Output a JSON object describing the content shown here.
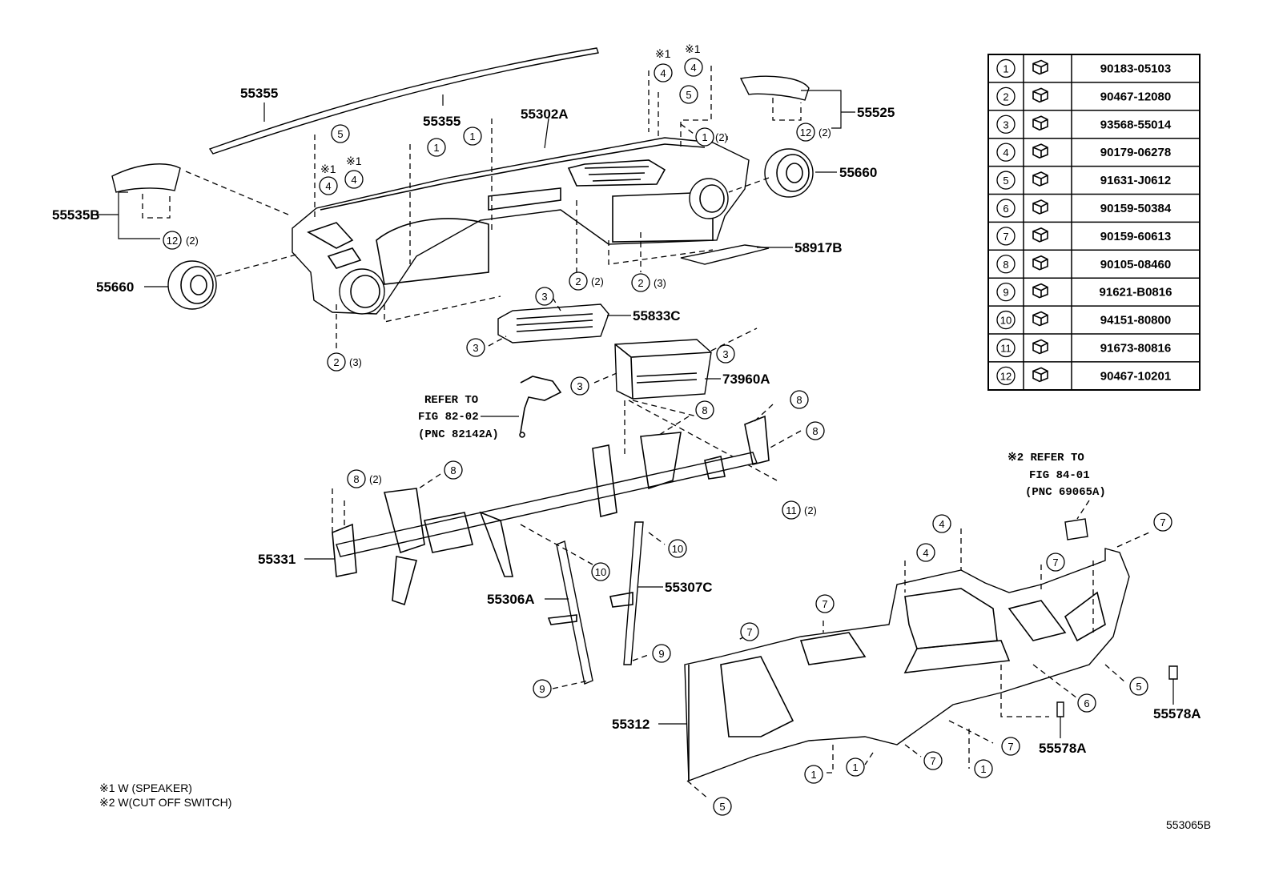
{
  "callouts": [
    {
      "id": "c-55355-left",
      "text": "55355"
    },
    {
      "id": "c-55355",
      "text": "55355"
    },
    {
      "id": "c-55302A",
      "text": "55302A"
    },
    {
      "id": "c-55525",
      "text": "55525"
    },
    {
      "id": "c-55660-right",
      "text": "55660"
    },
    {
      "id": "c-55535B",
      "text": "55535B"
    },
    {
      "id": "c-55660-left",
      "text": "55660"
    },
    {
      "id": "c-58917B",
      "text": "58917B"
    },
    {
      "id": "c-55833C",
      "text": "55833C"
    },
    {
      "id": "c-73960A",
      "text": "73960A"
    },
    {
      "id": "c-55331",
      "text": "55331"
    },
    {
      "id": "c-55306A",
      "text": "55306A"
    },
    {
      "id": "c-55307C",
      "text": "55307C"
    },
    {
      "id": "c-55312",
      "text": "55312"
    },
    {
      "id": "c-55578A-mid",
      "text": "55578A"
    },
    {
      "id": "c-55578A-right",
      "text": "55578A"
    }
  ],
  "refer_82": [
    "REFER TO",
    "FIG 82-02",
    "(PNC 82142A)"
  ],
  "refer_84": [
    "※2 REFER TO",
    "FIG 84-01",
    "(PNC 69065A)"
  ],
  "markers": [
    "※1",
    "※1",
    "※1",
    "※1"
  ],
  "quantities": [
    "(2)",
    "(2)",
    "(2)",
    "(2)",
    "(3)",
    "(3)",
    "(2)",
    "(2)"
  ],
  "fastener_table": [
    {
      "no": "1",
      "part": "90183-05103"
    },
    {
      "no": "2",
      "part": "90467-12080"
    },
    {
      "no": "3",
      "part": "93568-55014"
    },
    {
      "no": "4",
      "part": "90179-06278"
    },
    {
      "no": "5",
      "part": "91631-J0612"
    },
    {
      "no": "6",
      "part": "90159-50384"
    },
    {
      "no": "7",
      "part": "90159-60613"
    },
    {
      "no": "8",
      "part": "90105-08460"
    },
    {
      "no": "9",
      "part": "91621-B0816"
    },
    {
      "no": "10",
      "part": "94151-80800"
    },
    {
      "no": "11",
      "part": "91673-80816"
    },
    {
      "no": "12",
      "part": "90467-10201"
    }
  ],
  "notes": [
    "※1 W (SPEAKER)",
    "※2 W(CUT OFF SWITCH)"
  ],
  "figure_code": "553065B"
}
